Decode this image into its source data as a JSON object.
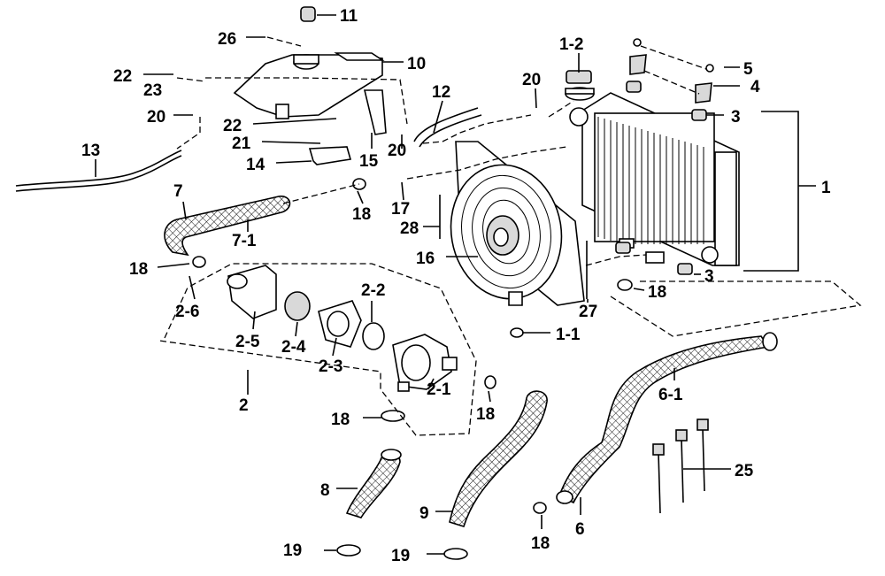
{
  "labels": {
    "l1": "1",
    "l1_1": "1-1",
    "l1_2": "1-2",
    "l2": "2",
    "l2_1": "2-1",
    "l2_2": "2-2",
    "l2_3": "2-3",
    "l2_4": "2-4",
    "l2_5": "2-5",
    "l2_6": "2-6",
    "l3a": "3",
    "l3b": "3",
    "l4": "4",
    "l5": "5",
    "l6": "6",
    "l6_1": "6-1",
    "l7": "7",
    "l7_1": "7-1",
    "l8": "8",
    "l9": "9",
    "l10": "10",
    "l11": "11",
    "l12": "12",
    "l13": "13",
    "l14": "14",
    "l15": "15",
    "l16": "16",
    "l17": "17",
    "l18a": "18",
    "l18b": "18",
    "l18c": "18",
    "l18d": "18",
    "l18e": "18",
    "l18f": "18",
    "l19a": "19",
    "l19b": "19",
    "l20a": "20",
    "l20b": "20",
    "l20c": "20",
    "l21": "21",
    "l22a": "22",
    "l22b": "22",
    "l23": "23",
    "l25": "25",
    "l26": "26",
    "l27": "27",
    "l28": "28"
  },
  "colors": {
    "line": "#000000",
    "background": "#ffffff",
    "part_fill": "#d9d9d9"
  }
}
